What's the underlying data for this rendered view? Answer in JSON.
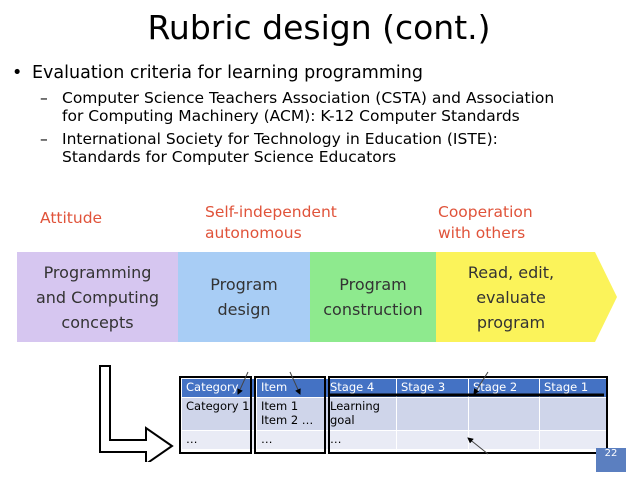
{
  "title": "Rubric design (cont.)",
  "bullet_main": "Evaluation criteria for learning programming",
  "sub_bullets": [
    {
      "line1": "Computer Science Teachers Association (CSTA) and Association",
      "line2": "for Computing Machinery (ACM): K-12 Computer Standards"
    },
    {
      "line1": "International Society for Technology in Education (ISTE):",
      "line2": "Standards for Computer Science Educators"
    }
  ],
  "labels": {
    "attitude": "Attitude",
    "self1": "Self-independent",
    "self2": "autonomous",
    "coop1": "Cooperation",
    "coop2": "with others"
  },
  "stages": [
    {
      "l1": "Programming",
      "l2": "and Computing",
      "l3": "concepts"
    },
    {
      "l1": "Program",
      "l2": "design"
    },
    {
      "l1": "Program",
      "l2": "construction"
    },
    {
      "l1": "Read, edit,",
      "l2": "evaluate",
      "l3": "program"
    }
  ],
  "colors": {
    "stage1": "#d6c6f0",
    "stage2": "#a8cdf5",
    "stage3": "#8eea8e",
    "stage4": "#fbf35a",
    "accent": "#e0533a",
    "table_header": "#4472c4"
  },
  "table": {
    "headers": [
      "Category",
      "Item",
      "Stage 4",
      "Stage 3",
      "Stage 2",
      "Stage 1"
    ],
    "row1": [
      "Category 1",
      "Item 1",
      "Item 2 …",
      "Learning",
      "goal"
    ],
    "row2": [
      "…",
      "…",
      "…"
    ]
  },
  "page_number": "22"
}
